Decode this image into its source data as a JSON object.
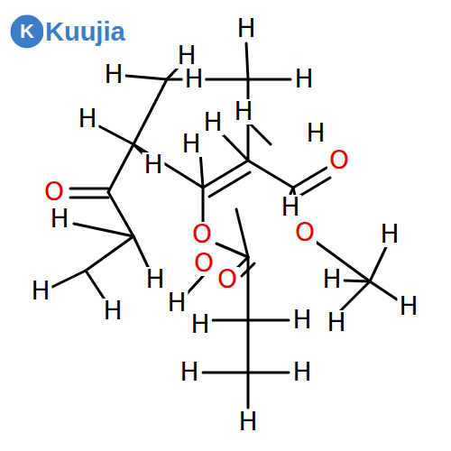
{
  "diagram": {
    "labels": [
      "K",
      "Kuujia",
      "H",
      "H",
      "H",
      "H",
      "H",
      "H",
      "H",
      "H",
      "H",
      "H",
      "H",
      "O",
      "O",
      "H",
      "H",
      "O",
      "O",
      "O",
      "H",
      "O",
      "H",
      "H",
      "H",
      "H",
      "H",
      "H",
      "H",
      "H",
      "H",
      "H",
      "H",
      "H"
    ]
  }
}
